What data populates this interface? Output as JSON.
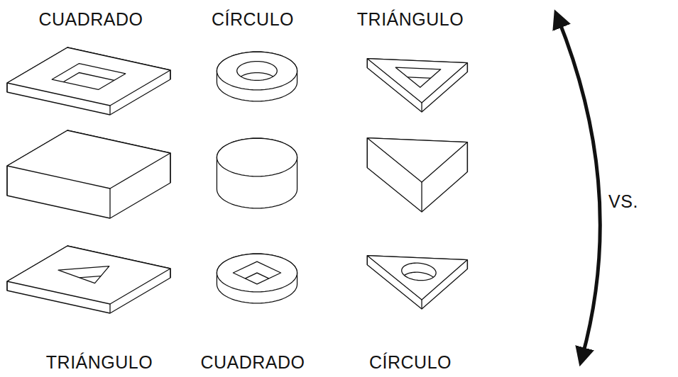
{
  "diagram": {
    "labels": [
      "CUADRADO",
      "CÍRCULO",
      "TRIÁNGULO",
      "VS.",
      "TRIÁNGULO",
      "CUADRADO",
      "CÍRCULO"
    ]
  }
}
